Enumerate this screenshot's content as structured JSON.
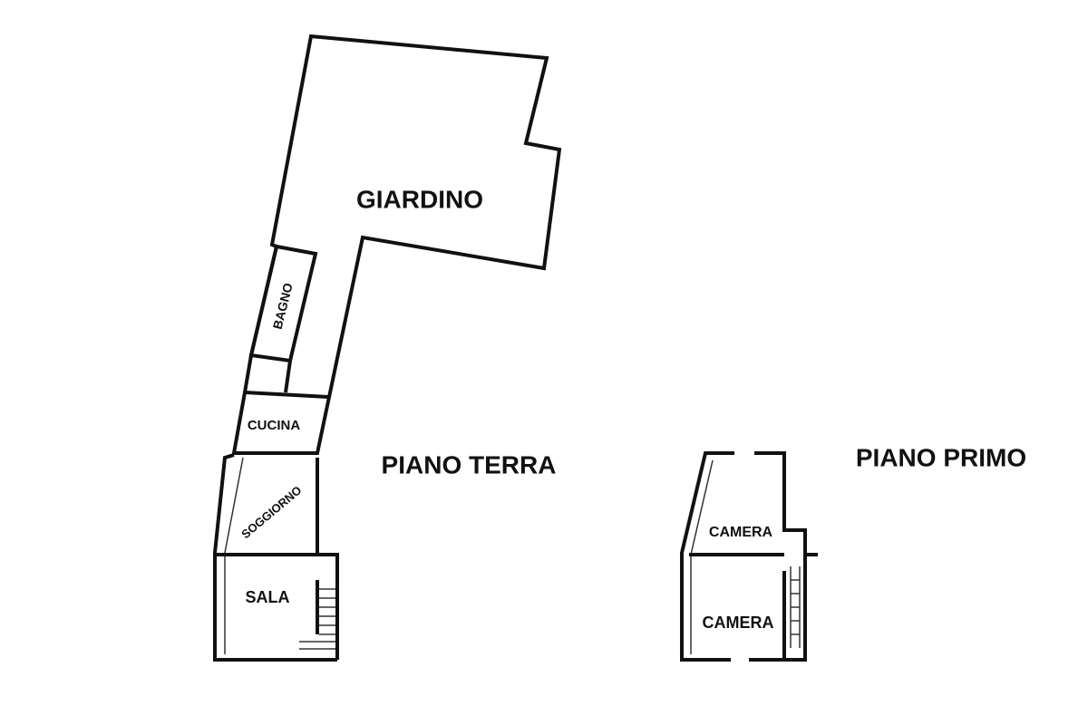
{
  "ground_floor": {
    "title": "PIANO TERRA",
    "rooms": {
      "garden": "GIARDINO",
      "bathroom": "BAGNO",
      "kitchen": "CUCINA",
      "living": "SOGGIORNO",
      "hall": "SALA"
    }
  },
  "first_floor": {
    "title": "PIANO PRIMO",
    "rooms": {
      "bedroom_1": "CAMERA",
      "bedroom_2": "CAMERA"
    }
  }
}
